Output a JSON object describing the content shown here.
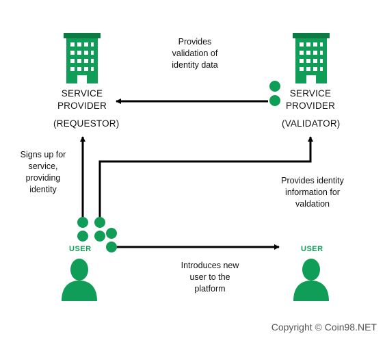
{
  "nodes": {
    "requestor": {
      "title_line1": "SERVICE",
      "title_line2": "PROVIDER",
      "role": "(REQUESTOR)",
      "icon": "office-building-icon"
    },
    "validator": {
      "title_line1": "SERVICE",
      "title_line2": "PROVIDER",
      "role": "(VALIDATOR)",
      "icon": "office-building-icon"
    },
    "user_left": {
      "label": "USER",
      "icon": "user-person-icon"
    },
    "user_right": {
      "label": "USER",
      "icon": "user-person-icon"
    }
  },
  "edges": {
    "validation": {
      "line1": "Provides",
      "line2": "validation of",
      "line3": "identity data"
    },
    "signup": {
      "line1": "Signs up for",
      "line2": "service,",
      "line3": "providing",
      "line4": "identity"
    },
    "identity_info": {
      "line1": "Provides identity",
      "line2": "information for",
      "line3": "valdation"
    },
    "introduce": {
      "line1": "Introduces new",
      "line2": "user to the",
      "line3": "platform"
    }
  },
  "footer": {
    "copyright": "Copyright © Coin98.NET"
  },
  "colors": {
    "green": "#0f9d58",
    "dark_green": "#0b7a45",
    "arrow": "#000000",
    "text": "#111111"
  }
}
